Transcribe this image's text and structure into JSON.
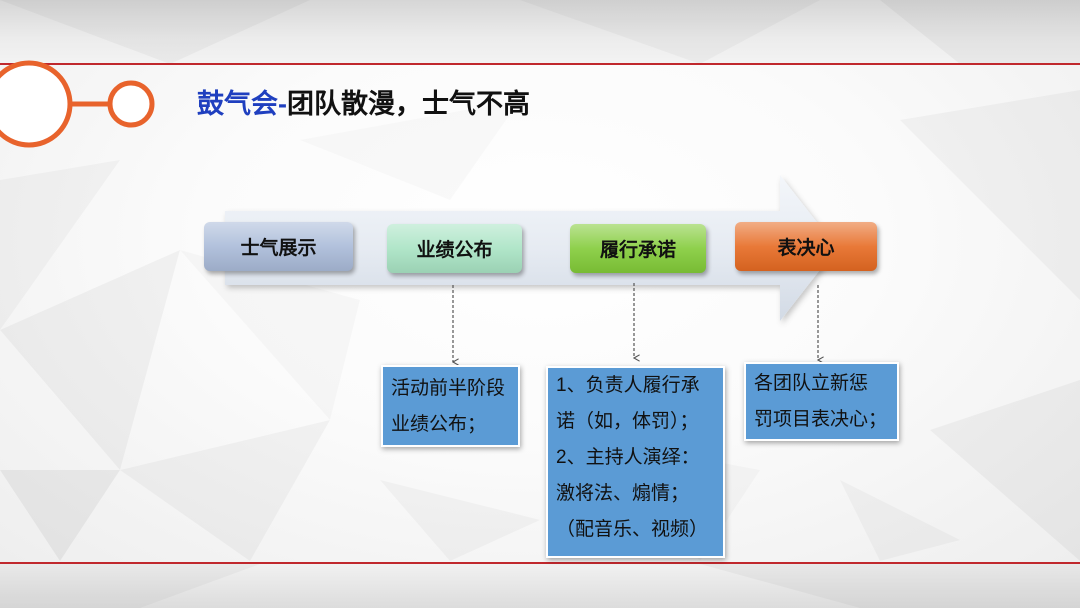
{
  "slide": {
    "title_highlight": "鼓气会-",
    "title_rest": "团队散漫，士气不高"
  },
  "colors": {
    "title_highlight": "#1f3fbf",
    "title_text": "#111111",
    "rule": "#c0282d",
    "accent_ring": "#e8632c",
    "note_bg": "#5b9bd5",
    "connector": "#555555"
  },
  "flow": {
    "steps": [
      {
        "label": "士气展示",
        "color": "#a9bad8"
      },
      {
        "label": "业绩公布",
        "color": "#a8e3c3"
      },
      {
        "label": "履行承诺",
        "color": "#82cb38"
      },
      {
        "label": "表决心",
        "color": "#e66a22"
      }
    ]
  },
  "notes": [
    {
      "lines": [
        "活动前半阶段",
        "业绩公布；"
      ]
    },
    {
      "lines": [
        "1、负责人履行承",
        "诺（如，体罚）；",
        "2、主持人演绎：",
        "激将法、煽情；",
        "（配音乐、视频）"
      ]
    },
    {
      "lines": [
        "各团队立新惩",
        "罚项目表决心；"
      ]
    }
  ]
}
